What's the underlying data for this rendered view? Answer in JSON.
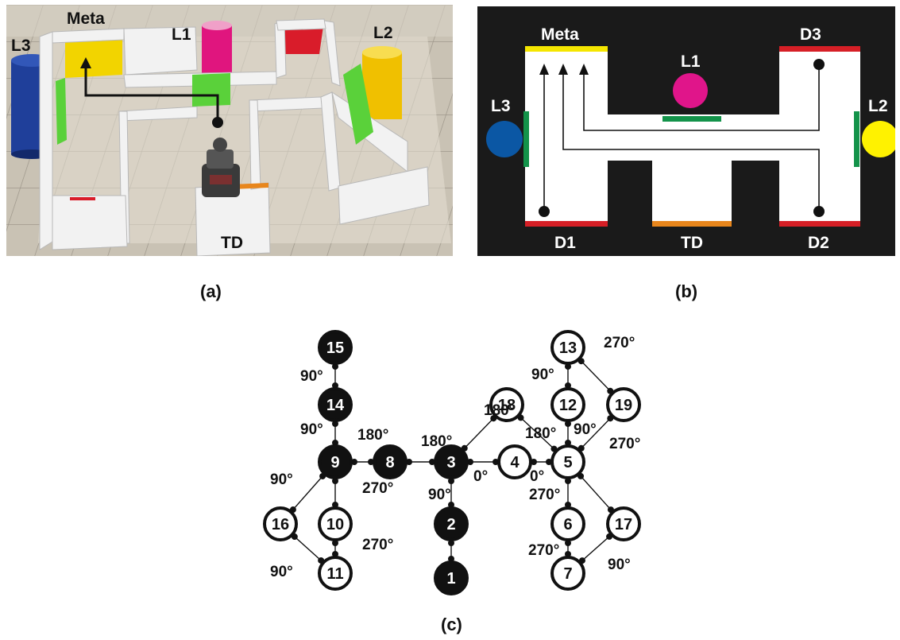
{
  "panel_a": {
    "caption": "(a)",
    "labels": {
      "meta": "Meta",
      "l1": "L1",
      "l2": "L2",
      "l3": "L3",
      "td": "TD"
    }
  },
  "panel_b": {
    "caption": "(b)",
    "labels": {
      "meta": "Meta",
      "l1": "L1",
      "l2": "L2",
      "l3": "L3",
      "d1": "D1",
      "d2": "D2",
      "d3": "D3",
      "td": "TD"
    }
  },
  "panel_c": {
    "caption": "(c)",
    "nodes": [
      {
        "id": "15",
        "filled": true
      },
      {
        "id": "14",
        "filled": true
      },
      {
        "id": "9",
        "filled": true
      },
      {
        "id": "8",
        "filled": true
      },
      {
        "id": "3",
        "filled": true
      },
      {
        "id": "2",
        "filled": true
      },
      {
        "id": "1",
        "filled": true
      },
      {
        "id": "16",
        "filled": false
      },
      {
        "id": "10",
        "filled": false
      },
      {
        "id": "11",
        "filled": false
      },
      {
        "id": "18",
        "filled": false
      },
      {
        "id": "4",
        "filled": false
      },
      {
        "id": "5",
        "filled": false
      },
      {
        "id": "12",
        "filled": false
      },
      {
        "id": "13",
        "filled": false
      },
      {
        "id": "19",
        "filled": false
      },
      {
        "id": "6",
        "filled": false
      },
      {
        "id": "7",
        "filled": false
      },
      {
        "id": "17",
        "filled": false
      }
    ],
    "edges": [
      [
        "15",
        "14"
      ],
      [
        "14",
        "9"
      ],
      [
        "9",
        "8"
      ],
      [
        "8",
        "3"
      ],
      [
        "3",
        "2"
      ],
      [
        "2",
        "1"
      ],
      [
        "9",
        "16"
      ],
      [
        "9",
        "10"
      ],
      [
        "10",
        "11"
      ],
      [
        "16",
        "11"
      ],
      [
        "3",
        "4"
      ],
      [
        "4",
        "5"
      ],
      [
        "3",
        "18"
      ],
      [
        "18",
        "5"
      ],
      [
        "5",
        "12"
      ],
      [
        "12",
        "13"
      ],
      [
        "13",
        "19"
      ],
      [
        "19",
        "5"
      ],
      [
        "5",
        "6"
      ],
      [
        "6",
        "7"
      ],
      [
        "5",
        "17"
      ],
      [
        "17",
        "7"
      ]
    ],
    "angle_labels": [
      "90°",
      "90°",
      "180°",
      "180°",
      "90°",
      "270°",
      "270°",
      "90°",
      "90°",
      "0°",
      "180°",
      "0°",
      "180°",
      "270°",
      "90°",
      "90°",
      "270°",
      "270°",
      "270°",
      "90°"
    ]
  },
  "colors": {
    "maze_bg": "#1a1a1a",
    "meta_yellow": "#f5e600",
    "d_red": "#d61f26",
    "td_orange": "#e8861c",
    "landmark_green": "#13934a",
    "l1_magenta": "#e0158a",
    "l2_yellow": "#fff200",
    "l3_blue": "#0b57a4",
    "node_black": "#111111"
  }
}
